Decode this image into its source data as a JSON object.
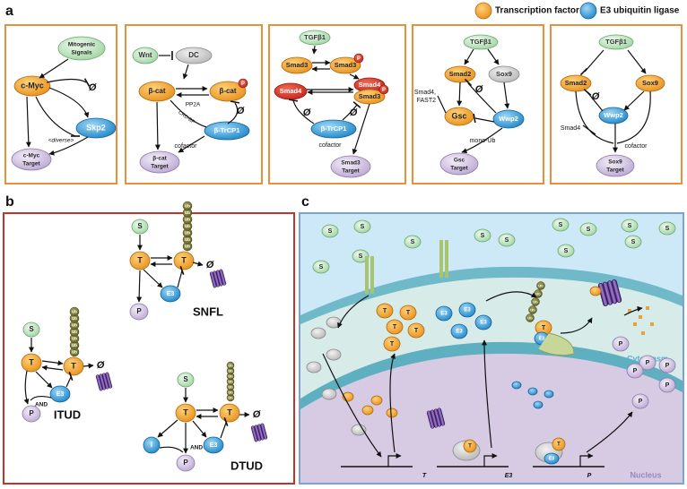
{
  "panel_labels": {
    "a": "a",
    "b": "b",
    "c": "c"
  },
  "legend": {
    "tf": "Transcription factor",
    "e3": "E3 ubiquitin ligase"
  },
  "colors": {
    "orange_border": "#e8913a",
    "red_border": "#c0352b",
    "blue_border": "#7aa3cf",
    "tf": "#f3a431",
    "e3": "#3aa0dc",
    "green": "#bfe3bf",
    "purple": "#d8cbe6",
    "red_node": "#d9352b"
  },
  "empty_set": "Ø",
  "a1": {
    "signals": "Mitogenic",
    "signals2": "Signals",
    "tf": "c-Myc",
    "e3": "Skp2",
    "diverse": "<diverse>",
    "target": "c-Myc",
    "target2": "Target"
  },
  "a2": {
    "wnt": "Wnt",
    "dc": "DC",
    "tf1": "β-cat",
    "tf2": "β-cat",
    "p": "P",
    "pp2a": "PP2A",
    "crd": "CRD-BP",
    "e3": "β-TrCP1",
    "cofactor": "cofactor",
    "target": "β-cat",
    "target2": "Target"
  },
  "a3": {
    "tgf": "TGFβ1",
    "smad3a": "Smad3",
    "smad3b": "Smad3",
    "p": "P",
    "smad4": "Smad4",
    "smad4p": "Smad4",
    "smad3c": "Smad3",
    "e3": "β-TrCP1",
    "cofactor": "cofactor",
    "target": "Smad3",
    "target2": "Target"
  },
  "a4": {
    "tgf": "TGFβ1",
    "smad2": "Smad2",
    "sox9": "Sox9",
    "side": "Smad4,",
    "side2": "FAST2",
    "tf": "Gsc",
    "e3": "Wwp2",
    "monoub": "mono-Ub",
    "target": "Gsc",
    "target2": "Target"
  },
  "a5": {
    "tgf": "TGFβ1",
    "smad2": "Smad2",
    "sox9": "Sox9",
    "smad4": "Smad4",
    "e3": "Wwp2",
    "cofactor": "cofactor",
    "target": "Sox9",
    "target2": "Target"
  },
  "b": {
    "s": "S",
    "t": "T",
    "e3": "E3",
    "p": "P",
    "i": "I",
    "ub": "Ub",
    "and": "AND",
    "snfl": "SNFL",
    "itud": "ITUD",
    "dtud": "DTUD"
  },
  "c": {
    "s": "S",
    "t": "T",
    "e3": "E3",
    "p": "P",
    "ub": "Ub",
    "cytoplasm": "Cytoplasm",
    "nucleus": "Nucleus",
    "gene_t": "T",
    "gene_e3": "E3",
    "gene_p": "P"
  }
}
